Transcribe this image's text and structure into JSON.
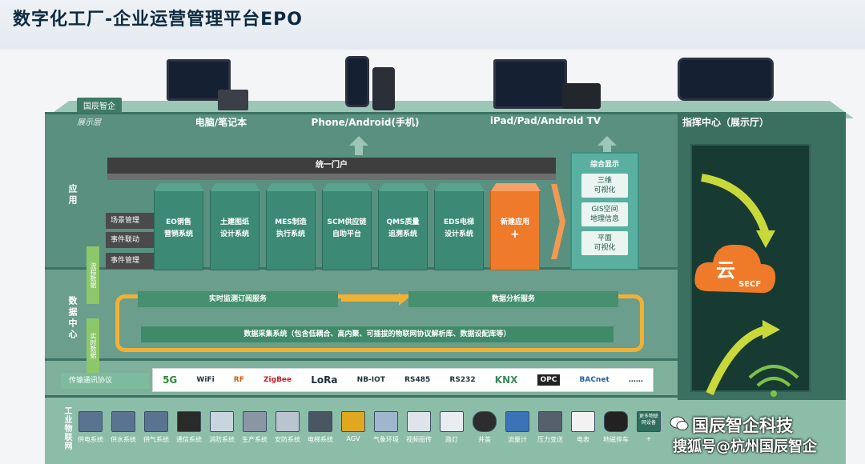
{
  "header": {
    "title": "数字化工厂-企业运营管理平台EPO"
  },
  "display_layer": {
    "badge": "国辰智企",
    "tag": "展示层",
    "devices": [
      {
        "label": "电脑/笔记本",
        "icon": "laptop-icon"
      },
      {
        "label": "Phone/Android(手机)",
        "icon": "phone-icon"
      },
      {
        "label": "iPad/Pad/Android TV",
        "icon": "tablet-icon"
      },
      {
        "label": "指挥中心（展示厅）",
        "icon": "command-screen-icon"
      }
    ]
  },
  "application_layer": {
    "side_label": "应用",
    "portal": "统一门户",
    "side_menu": [
      "场景管理",
      "事件联动",
      "事件管理"
    ],
    "apps": [
      {
        "line1": "EO销售",
        "line2": "营销系统"
      },
      {
        "line1": "土建图纸",
        "line2": "设计系统"
      },
      {
        "line1": "MES制造",
        "line2": "执行系统"
      },
      {
        "line1": "SCM供应链",
        "line2": "自助平台"
      },
      {
        "line1": "QMS质量",
        "line2": "追溯系统"
      },
      {
        "line1": "EDS电梯",
        "line2": "设计系统"
      },
      {
        "line1": "新建应用",
        "line2": "+"
      }
    ],
    "display_panel": {
      "title": "综合显示",
      "items": [
        "三维\n可视化",
        "GIS空间\n地理信息",
        "平面\n可视化"
      ]
    }
  },
  "data_center": {
    "side_label": "数据中心",
    "flow_up": "流程数据",
    "flow_down": "实时数据",
    "monitor": "实时监测订阅服务",
    "analysis": "数据分析服务",
    "collection": "数据采集系统（包含低耦合、高内聚、可插拔的物联网协议解析库、数据设配库等）"
  },
  "protocols": {
    "label": "传输通讯协议",
    "items": [
      "5G",
      "WiFi",
      "RF",
      "ZigBee",
      "LoRa",
      "NB-IOT",
      "RS485",
      "RS232",
      "KNX",
      "OPC",
      "BACnet",
      "……"
    ]
  },
  "iot": {
    "side_label": "工业物联网",
    "items": [
      "供电系统",
      "供水系统",
      "供气系统",
      "通信系统",
      "消防系统",
      "生产系统",
      "安防系统",
      "电梯系统",
      "AGV",
      "气象环境",
      "视频图传",
      "路灯",
      "井盖",
      "流量计",
      "压力变送",
      "电表",
      "地磁停车",
      "+"
    ],
    "last_tile": "更多物联网设备"
  },
  "cloud": {
    "label": "云",
    "sub": "SECF"
  },
  "watermark": {
    "line1": "国辰智企科技",
    "line2": "搜狐号@杭州国辰智企"
  },
  "colors": {
    "green": "#4f8a78",
    "orange": "#ef7a2a",
    "yellow": "#f2b133"
  }
}
